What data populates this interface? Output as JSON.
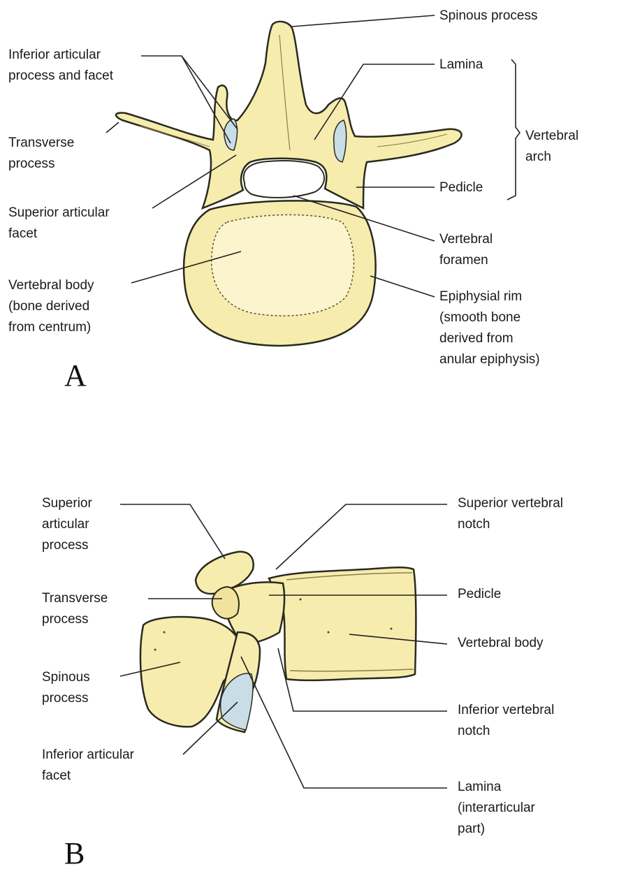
{
  "colors": {
    "bone": "#f6ecae",
    "bone_shade": "#e9d98a",
    "outline": "#2a2a1e",
    "facet": "#c9dde6",
    "leader": "#222222"
  },
  "panel_a": {
    "letter": "A",
    "labels": {
      "spinous_process": "Spinous process",
      "inferior_articular_1": "Inferior articular",
      "inferior_articular_2": "process and facet",
      "lamina": "Lamina",
      "vertebral_arch_1": "Vertebral",
      "vertebral_arch_2": "arch",
      "transverse_1": "Transverse",
      "transverse_2": "process",
      "superior_articular_1": "Superior articular",
      "superior_articular_2": "facet",
      "pedicle": "Pedicle",
      "vertebral_foramen_1": "Vertebral",
      "vertebral_foramen_2": "foramen",
      "body_1": "Vertebral body",
      "body_2": "(bone  derived",
      "body_3": "from centrum)",
      "rim_1": "Epiphysial rim",
      "rim_2": "(smooth bone",
      "rim_3": "derived from",
      "rim_4": "anular epiphysis)"
    }
  },
  "panel_b": {
    "letter": "B",
    "labels": {
      "sup_art_1": "Superior",
      "sup_art_2": "articular",
      "sup_art_3": "process",
      "sup_notch_1": "Superior vertebral",
      "sup_notch_2": "notch",
      "transverse_1": "Transverse",
      "transverse_2": "process",
      "pedicle": "Pedicle",
      "body": "Vertebral body",
      "spinous_1": "Spinous",
      "spinous_2": "process",
      "inf_notch_1": "Inferior vertebral",
      "inf_notch_2": "notch",
      "inf_facet_1": "Inferior articular",
      "inf_facet_2": "facet",
      "lamina_1": "Lamina",
      "lamina_2": "(interarticular",
      "lamina_3": "part)"
    }
  }
}
